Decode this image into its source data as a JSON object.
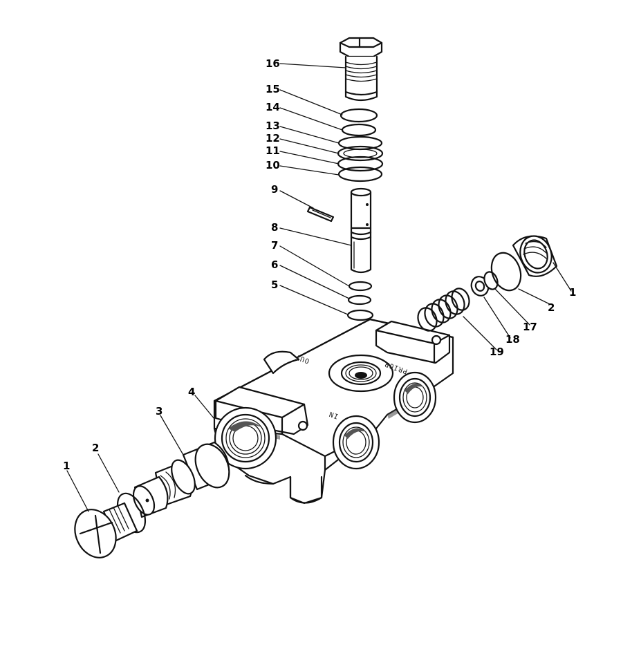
{
  "callouts": {
    "c1_left": "1",
    "c2_left": "2",
    "c3": "3",
    "c4": "4",
    "c5": "5",
    "c6": "6",
    "c7": "7",
    "c8": "8",
    "c9": "9",
    "c10": "10",
    "c11": "11",
    "c12": "12",
    "c13": "13",
    "c14": "14",
    "c15": "15",
    "c16": "16",
    "c17": "17",
    "c18": "18",
    "c19": "19",
    "c1_right": "1",
    "c2_right": "2"
  },
  "cast_text": {
    "out": "OUT",
    "prior": "PRIOR",
    "in": "IN"
  },
  "colors": {
    "ink": "#111111",
    "paper": "#ffffff"
  }
}
